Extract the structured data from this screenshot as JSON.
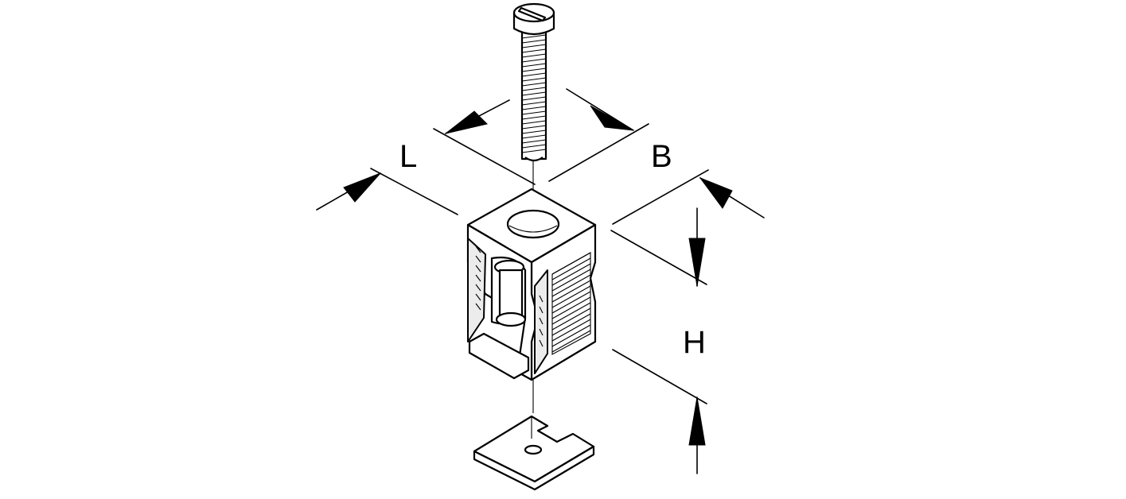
{
  "diagram": {
    "dimension_labels": {
      "length": "L",
      "width": "B",
      "height": "H"
    }
  }
}
